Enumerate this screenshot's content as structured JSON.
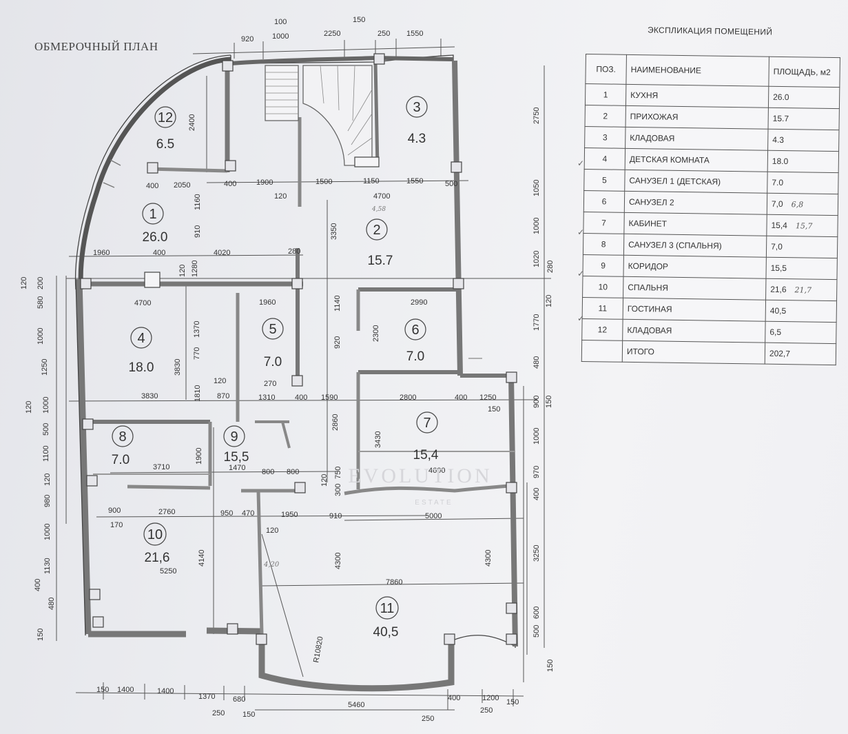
{
  "plan_title": "ОБМЕРОЧНЫЙ ПЛАН",
  "explication": {
    "title": "ЭКСПЛИКАЦИЯ ПОМЕЩЕНИЙ",
    "headers": [
      "ПОЗ.",
      "НАИМЕНОВАНИЕ",
      "ПЛОЩАДЬ, м2"
    ],
    "rows": [
      {
        "pos": "1",
        "name": "КУХНЯ",
        "area": "26.0",
        "note": ""
      },
      {
        "pos": "2",
        "name": "ПРИХОЖАЯ",
        "area": "15.7",
        "note": ""
      },
      {
        "pos": "3",
        "name": "КЛАДОВАЯ",
        "area": "4.3",
        "note": ""
      },
      {
        "pos": "4",
        "name": "ДЕТСКАЯ КОМНАТА",
        "area": "18.0",
        "note": ""
      },
      {
        "pos": "5",
        "name": "САНУЗЕЛ 1 (ДЕТСКАЯ)",
        "area": "7.0",
        "note": ""
      },
      {
        "pos": "6",
        "name": "САНУЗЕЛ 2",
        "area": "7,0",
        "note": "6,8"
      },
      {
        "pos": "7",
        "name": "КАБИНЕТ",
        "area": "15,4",
        "note": "15,7"
      },
      {
        "pos": "8",
        "name": "САНУЗЕЛ 3 (СПАЛЬНЯ)",
        "area": "7,0",
        "note": ""
      },
      {
        "pos": "9",
        "name": "КОРИДОР",
        "area": "15,5",
        "note": ""
      },
      {
        "pos": "10",
        "name": "СПАЛЬНЯ",
        "area": "21,6",
        "note": "21,7"
      },
      {
        "pos": "11",
        "name": "ГОСТИНАЯ",
        "area": "40,5",
        "note": ""
      },
      {
        "pos": "12",
        "name": "КЛАДОВАЯ",
        "area": "6,5",
        "note": ""
      }
    ],
    "total_label": "ИТОГО",
    "total_value": "202,7"
  },
  "rooms": [
    {
      "num": "1",
      "area": "26.0"
    },
    {
      "num": "2",
      "area": "15.7"
    },
    {
      "num": "3",
      "area": "4.3"
    },
    {
      "num": "4",
      "area": "18.0"
    },
    {
      "num": "5",
      "area": "7.0"
    },
    {
      "num": "6",
      "area": "7.0"
    },
    {
      "num": "7",
      "area": "15,4"
    },
    {
      "num": "8",
      "area": "7.0"
    },
    {
      "num": "9",
      "area": "15,5"
    },
    {
      "num": "10",
      "area": "21,6"
    },
    {
      "num": "11",
      "area": "40,5"
    },
    {
      "num": "12",
      "area": "6.5"
    }
  ],
  "dims": {
    "top": [
      "100",
      "150",
      "920",
      "1000",
      "2250",
      "250",
      "1550"
    ],
    "row_top2": [
      "400",
      "2050",
      "400",
      "1900",
      "1500",
      "1150",
      "1550",
      "500"
    ],
    "row_mid": [
      "120",
      "4700",
      "1160",
      "910",
      "3350"
    ],
    "row_k": [
      "1960",
      "400",
      "4020",
      "280",
      "120",
      "1280"
    ],
    "row_4": [
      "4700",
      "1960",
      "2990",
      "1370",
      "770",
      "3830",
      "1140",
      "920",
      "2300"
    ],
    "row_5": [
      "3830",
      "120",
      "1810",
      "870",
      "270",
      "1310",
      "400",
      "1590",
      "2800",
      "400",
      "1250",
      "150"
    ],
    "row_9": [
      "3710",
      "1900",
      "1470",
      "800",
      "800",
      "2860",
      "3430",
      "4600",
      "120",
      "750",
      "300"
    ],
    "row_10": [
      "900",
      "170",
      "2760",
      "950",
      "470",
      "1950",
      "910",
      "5000",
      "120",
      "5250",
      "4140",
      "4300",
      "4300"
    ],
    "row_11": [
      "7860",
      "R10820"
    ],
    "bottom": [
      "150",
      "1400",
      "1400",
      "1370",
      "680",
      "250",
      "150",
      "5460",
      "400",
      "1200",
      "250",
      "250",
      "150"
    ],
    "right": [
      "2750",
      "1050",
      "1000",
      "1020",
      "280",
      "120",
      "1770",
      "480",
      "900",
      "150",
      "1000",
      "970",
      "400",
      "3250",
      "600",
      "500",
      "150"
    ],
    "left": [
      "120",
      "200",
      "580",
      "1000",
      "1250",
      "120",
      "1000",
      "500",
      "1100",
      "120",
      "980",
      "1000",
      "1130",
      "400",
      "480",
      "150"
    ],
    "vert_inner": [
      "2400"
    ]
  },
  "watermark": "EVOLUTION",
  "watermark_sub": "ESTATE",
  "handwritten": [
    "4,20",
    "4,58"
  ]
}
